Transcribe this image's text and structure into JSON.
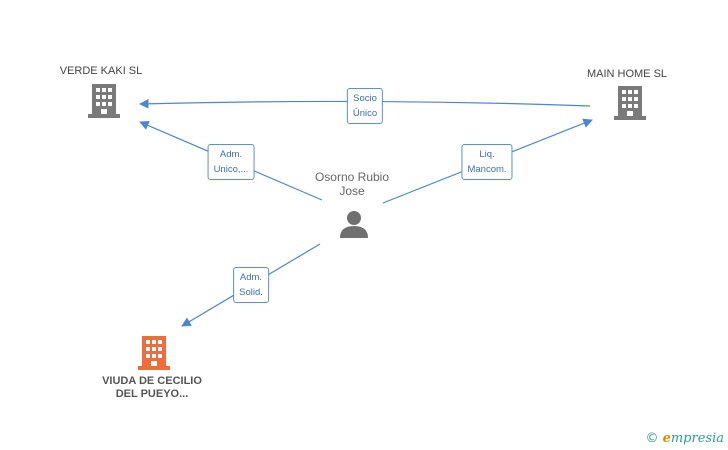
{
  "nodes": {
    "verde_kaki": {
      "label": "VERDE KAKI SL"
    },
    "main_home": {
      "label": "MAIN HOME SL"
    },
    "person": {
      "label": "Osorno Rubio Jose"
    },
    "viuda": {
      "label": "VIUDA DE CECILIO DEL PUEYO..."
    }
  },
  "edges": {
    "socio_unico": {
      "line1": "Socio",
      "line2": "Único"
    },
    "adm_unico": {
      "line1": "Adm.",
      "line2": "Unico,..."
    },
    "liq_mancom": {
      "line1": "Liq.",
      "line2": "Mancom."
    },
    "adm_solid": {
      "line1": "Adm.",
      "line2": "Solid."
    }
  },
  "footer": {
    "copyright": "©",
    "brand_first": "e",
    "brand_rest": "mpresia"
  },
  "colors": {
    "edge": "#4a86d4",
    "company_icon": "#7a7a7a",
    "main_icon": "#f26b3a",
    "person_icon": "#707070"
  }
}
